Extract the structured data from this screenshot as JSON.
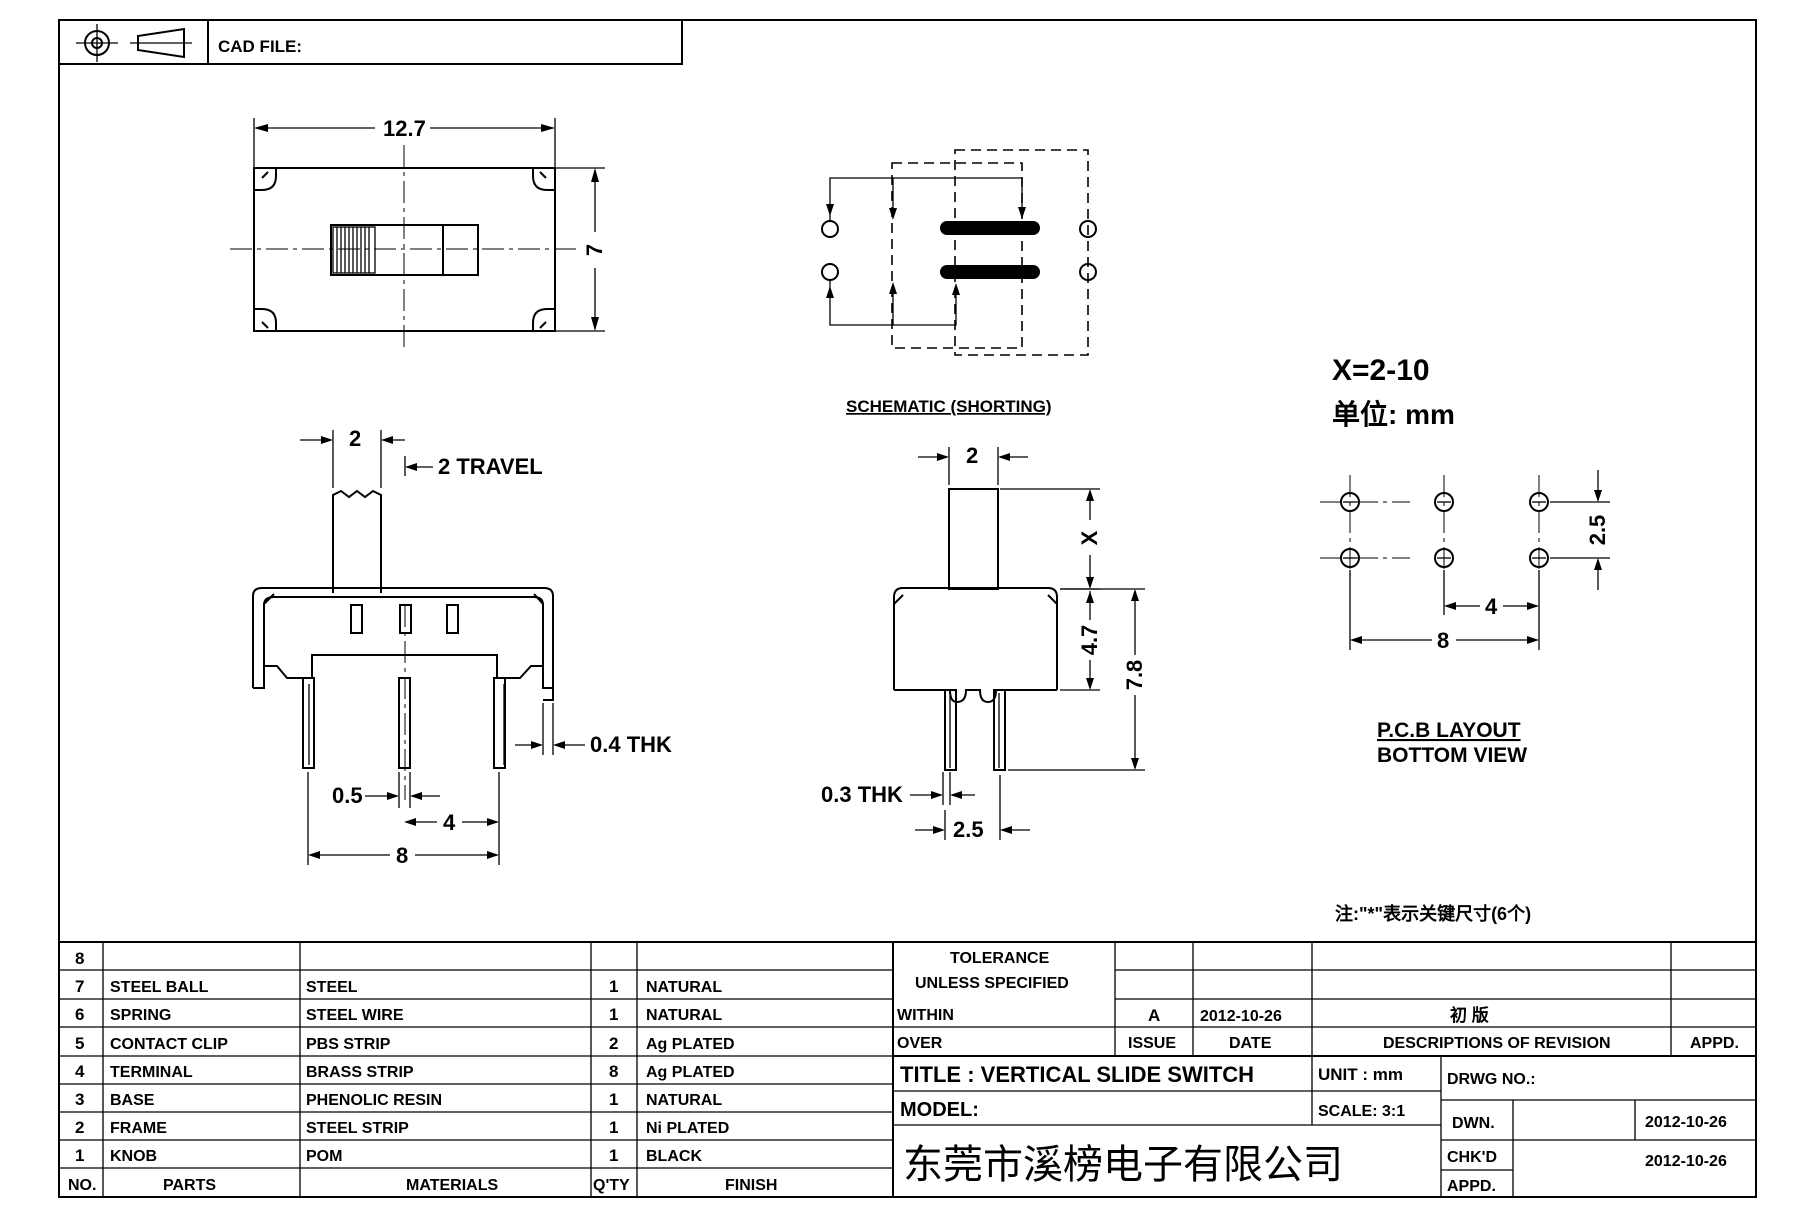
{
  "header": {
    "cad_file_label": "CAD FILE:"
  },
  "top_view": {
    "width_dim": "12.7",
    "height_dim": "7"
  },
  "schematic": {
    "caption": "SCHEMATIC (SHORTING)"
  },
  "notes": {
    "x_range": "X=2-10",
    "unit": "单位: mm",
    "key_dim_note": "注:\"*\"表示关键尺寸(6个)"
  },
  "side_view": {
    "pitch_dim": "2",
    "travel": "2 TRAVEL",
    "pin_thk": "0.4 THK",
    "pin_width": "0.5",
    "pin_pitch": "4",
    "pin_span": "8"
  },
  "end_view": {
    "actuator_dim": "2",
    "x_dim": "X",
    "body_dim": "4.7",
    "height_dim": "7.8",
    "pin_thk": "0.3 THK",
    "pin_pitch": "2.5"
  },
  "pcb_layout": {
    "row_dim": "2.5",
    "pitch_dim": "4",
    "span_dim": "8",
    "caption_1": "P.C.B LAYOUT",
    "caption_2": "BOTTOM VIEW"
  },
  "bom": {
    "rows": [
      {
        "no": "8",
        "part": "",
        "material": "",
        "qty": "",
        "finish": ""
      },
      {
        "no": "7",
        "part": "STEEL BALL",
        "material": "STEEL",
        "qty": "1",
        "finish": "NATURAL"
      },
      {
        "no": "6",
        "part": "SPRING",
        "material": "STEEL WIRE",
        "qty": "1",
        "finish": "NATURAL"
      },
      {
        "no": "5",
        "part": "CONTACT CLIP",
        "material": "PBS STRIP",
        "qty": "2",
        "finish": "Ag PLATED"
      },
      {
        "no": "4",
        "part": "TERMINAL",
        "material": "BRASS STRIP",
        "qty": "8",
        "finish": "Ag PLATED"
      },
      {
        "no": "3",
        "part": "BASE",
        "material": "PHENOLIC RESIN",
        "qty": "1",
        "finish": "NATURAL"
      },
      {
        "no": "2",
        "part": "FRAME",
        "material": "STEEL STRIP",
        "qty": "1",
        "finish": "Ni PLATED"
      },
      {
        "no": "1",
        "part": "KNOB",
        "material": "POM",
        "qty": "1",
        "finish": "BLACK"
      }
    ],
    "headers": {
      "no": "NO.",
      "part": "PARTS",
      "material": "MATERIALS",
      "qty": "Q'TY",
      "finish": "FINISH"
    }
  },
  "tolerance": {
    "line1": "TOLERANCE",
    "line2": "UNLESS SPECIFIED",
    "within": "WITHIN",
    "over": "OVER"
  },
  "revision": {
    "issue_value": "A",
    "date_value": "2012-10-26",
    "desc_value": "初 版",
    "issue_label": "ISSUE",
    "date_label": "DATE",
    "desc_label": "DESCRIPTIONS OF REVISION",
    "appd_label": "APPD."
  },
  "title_block": {
    "title": "TITLE : VERTICAL SLIDE SWITCH",
    "unit": "UNIT : mm",
    "drwg_no": "DRWG NO.:",
    "model": "MODEL:",
    "scale": "SCALE: 3:1",
    "company": "东莞市溪榜电子有限公司",
    "dwn_label": "DWN.",
    "dwn_date": "2012-10-26",
    "chkd_label": "CHK'D",
    "chkd_date": "2012-10-26",
    "appd_label": "APPD."
  }
}
